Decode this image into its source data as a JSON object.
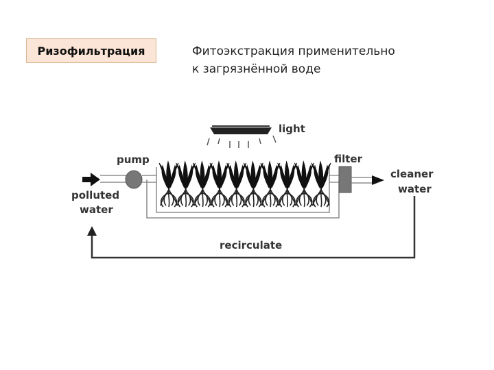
{
  "header": {
    "title": "Ризофильтрация",
    "subtitle_line1": "Фитоэкстракция применительно",
    "subtitle_line2": "к загрязнённой воде"
  },
  "diagram": {
    "labels": {
      "light": "light",
      "pump": "pump",
      "filter": "filter",
      "polluted_line1": "polluted",
      "polluted_line2": "water",
      "cleaner_line1": "cleaner",
      "cleaner_line2": "water",
      "recirculate": "recirculate"
    },
    "plant_count": 10
  }
}
